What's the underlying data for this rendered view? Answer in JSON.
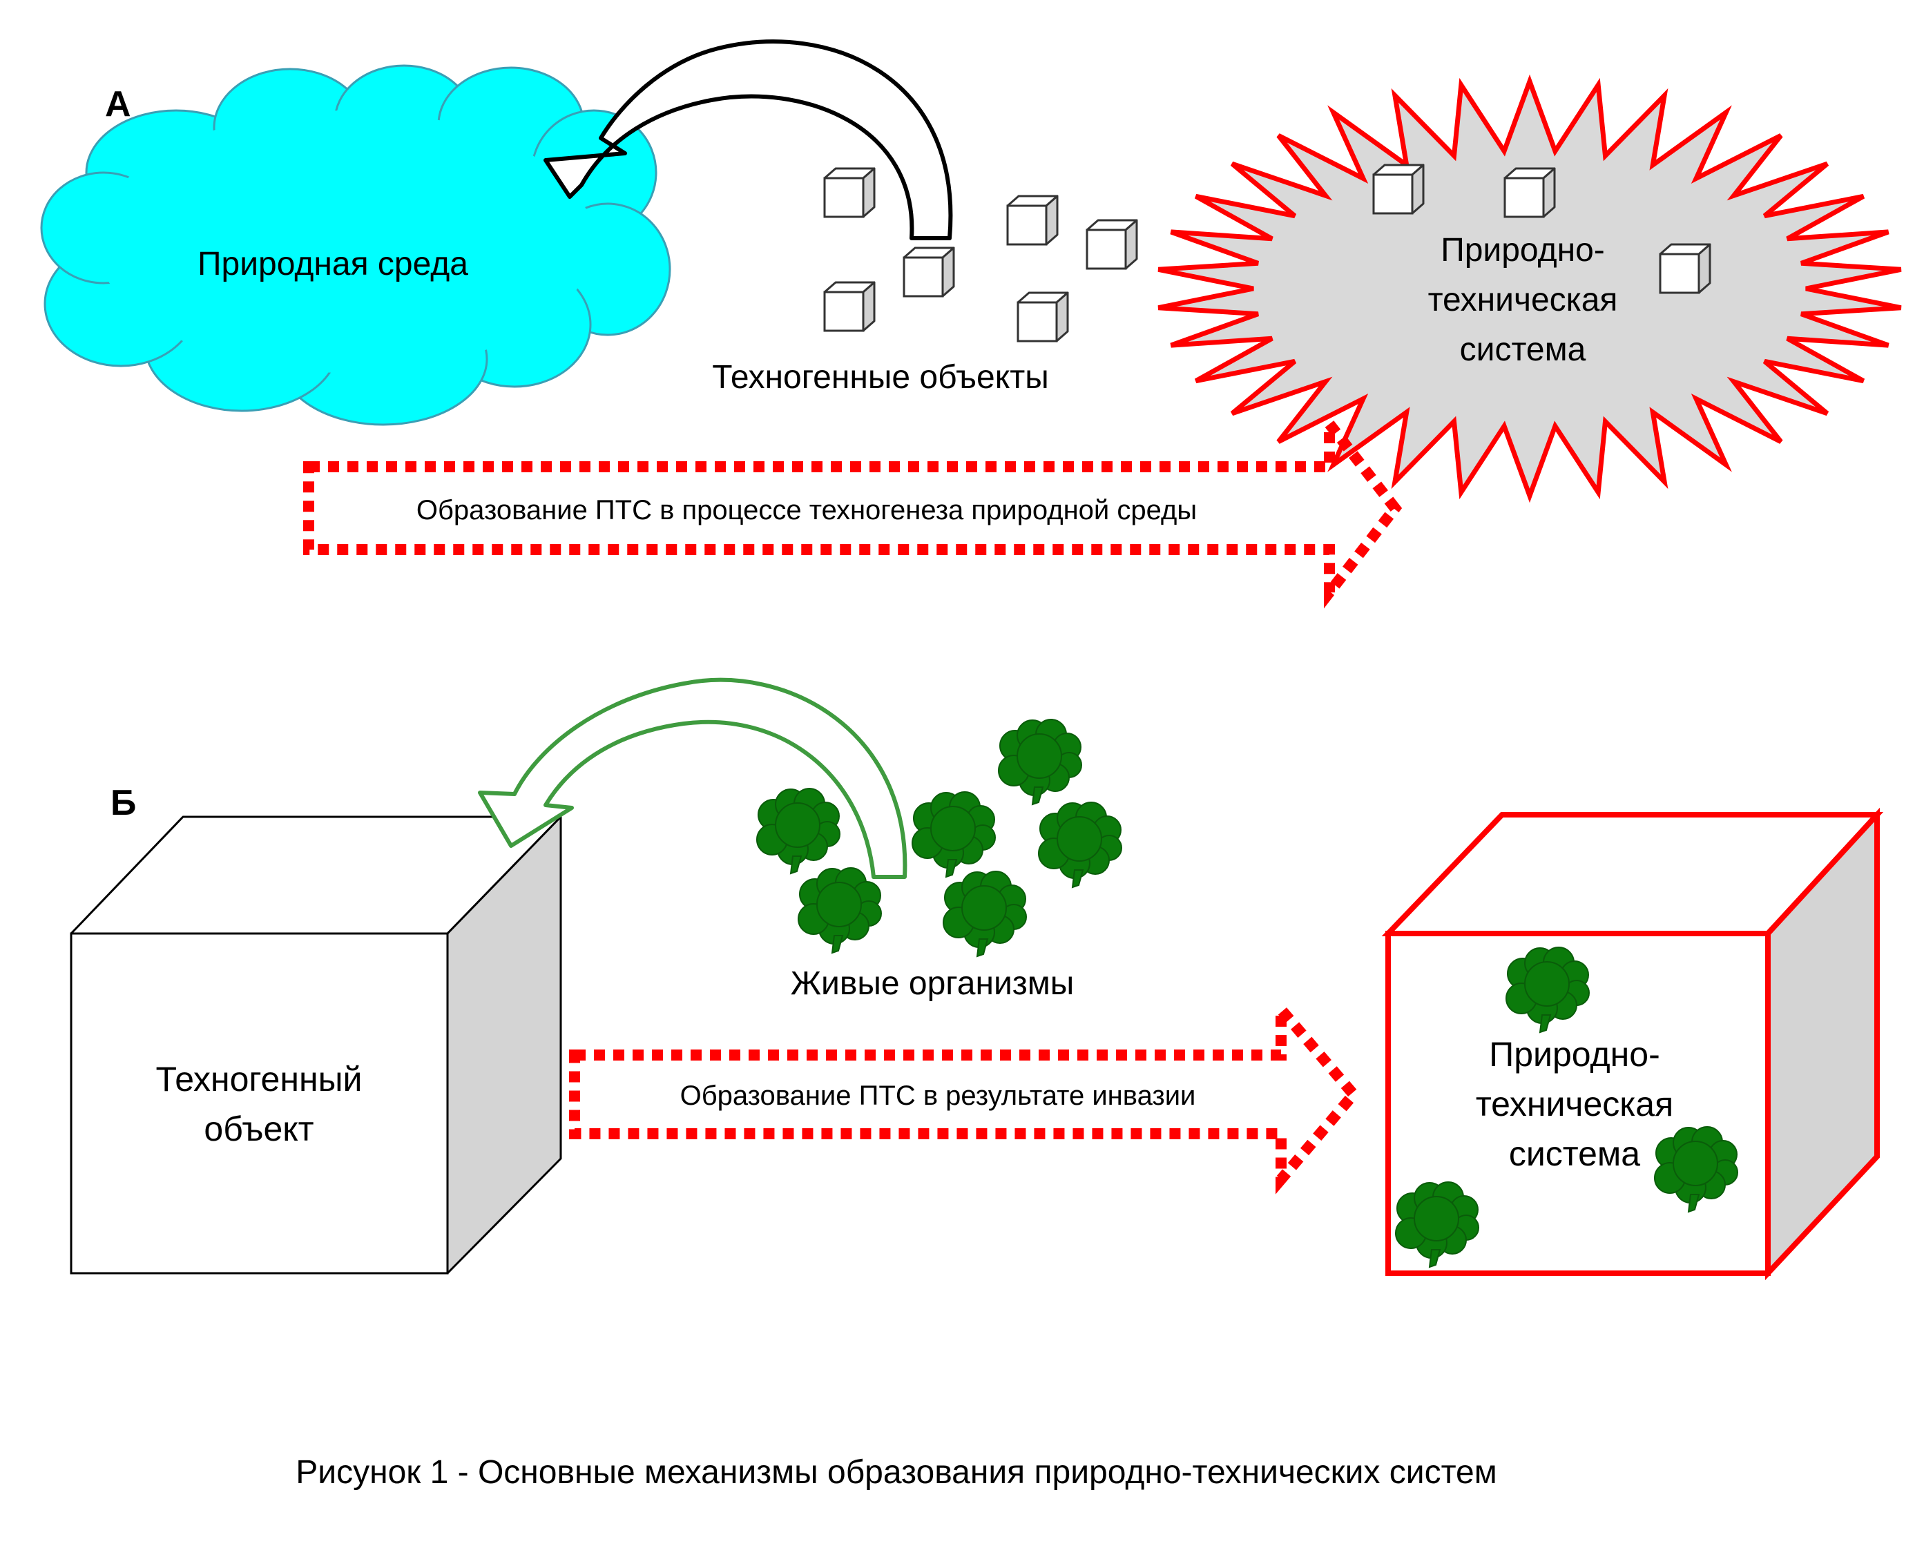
{
  "section_a": {
    "letter": "А",
    "cloud_label": "Природная среда",
    "objects_label": "Техногенные объекты",
    "pts_label_line1": "Природно-",
    "pts_label_line2": "техническая",
    "pts_label_line3": "система",
    "arrow_label": "Образование ПТС в процессе техногенеза природной среды"
  },
  "section_b": {
    "letter": "Б",
    "object_label_line1": "Техногенный",
    "object_label_line2": "объект",
    "organisms_label": "Живые организмы",
    "pts_label_line1": "Природно-",
    "pts_label_line2": "техническая",
    "pts_label_line3": "система",
    "arrow_label": "Образование ПТС в результате инвазии"
  },
  "caption": "Рисунок 1 - Основные механизмы образования природно-технических систем",
  "colors": {
    "cloud_fill": "#00FFFF",
    "cloud_stroke": "#3A9FB5",
    "pts_stroke": "#FF0000",
    "pts_fill": "#D9D9D9",
    "organism_fill": "#0B7A0B",
    "green_arrow": "#3F9B3F"
  }
}
